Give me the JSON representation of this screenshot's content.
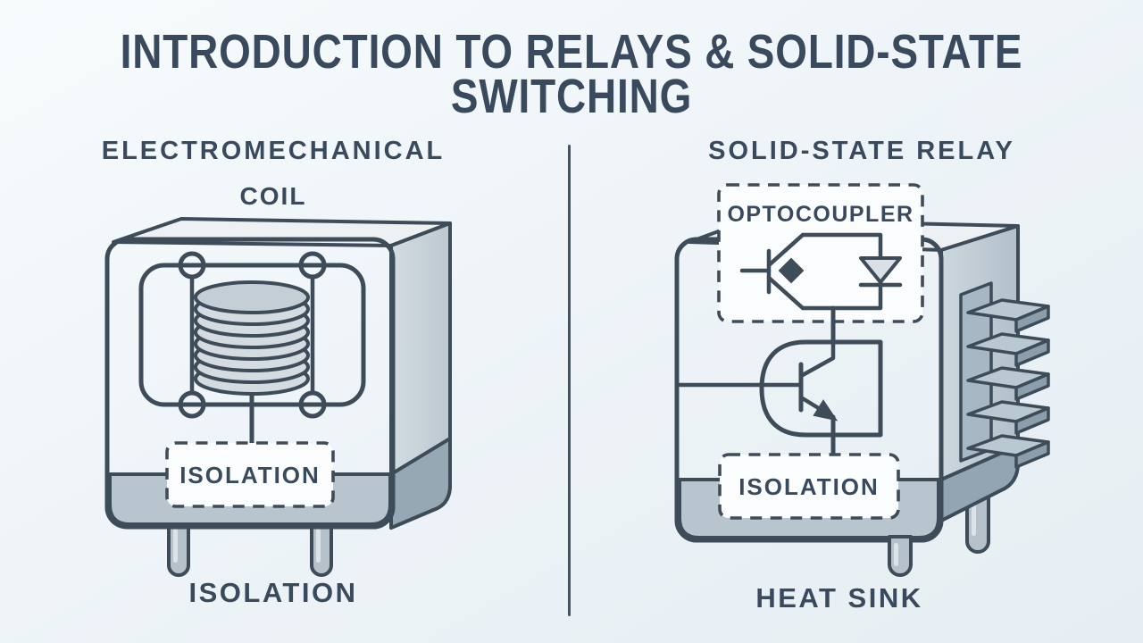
{
  "title": {
    "line1": "INTRODUCTION TO RELAYS & SOLID-STATE",
    "line2": "SWITCHING"
  },
  "left_panel": {
    "heading": "ELECTROMECHANICAL",
    "coil_label": "COIL",
    "isolation_box_label": "ISOLATION",
    "caption": "ISOLATION"
  },
  "right_panel": {
    "heading": "SOLID-STATE RELAY",
    "optocoupler_box_label": "OPTOCOUPLER",
    "isolation_box_label": "ISOLATION",
    "caption": "HEAT SINK"
  },
  "colors": {
    "ink": "#3e4c59",
    "text": "#3a4a5e",
    "background_top": "#f7fbfc",
    "background_bottom": "#e6eef3",
    "box_face": "#fbfdfe",
    "box_top": "#edf1f4",
    "box_side": "#c6d1d9",
    "band_front": "#b9c5ce",
    "band_dark": "#97a8b5",
    "metal": "#ccd4db",
    "diode_fill": "#d9e0e6"
  }
}
